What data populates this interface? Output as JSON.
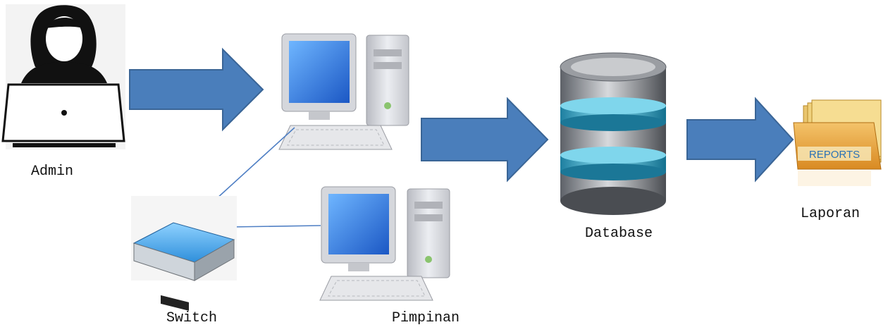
{
  "labels": {
    "admin": "Admin",
    "switch": "Switch",
    "leader": "Pimpinan",
    "database": "Database",
    "report": "Laporan",
    "report_folder_tag": "REPORTS"
  },
  "colors": {
    "arrow_fill": "#4a7ebb",
    "arrow_stroke": "#3a6596",
    "line": "#4f7fc4",
    "monitor_screen": "#2f6fd6",
    "case": "#d9dadf",
    "db_band": "#39b6d6",
    "folder": "#e8a53a",
    "admin_silhouette": "#111111"
  },
  "icons": [
    "admin-user-icon",
    "computer-icon",
    "switch-icon",
    "database-icon",
    "reports-folder-icon",
    "arrow-right-icon"
  ]
}
